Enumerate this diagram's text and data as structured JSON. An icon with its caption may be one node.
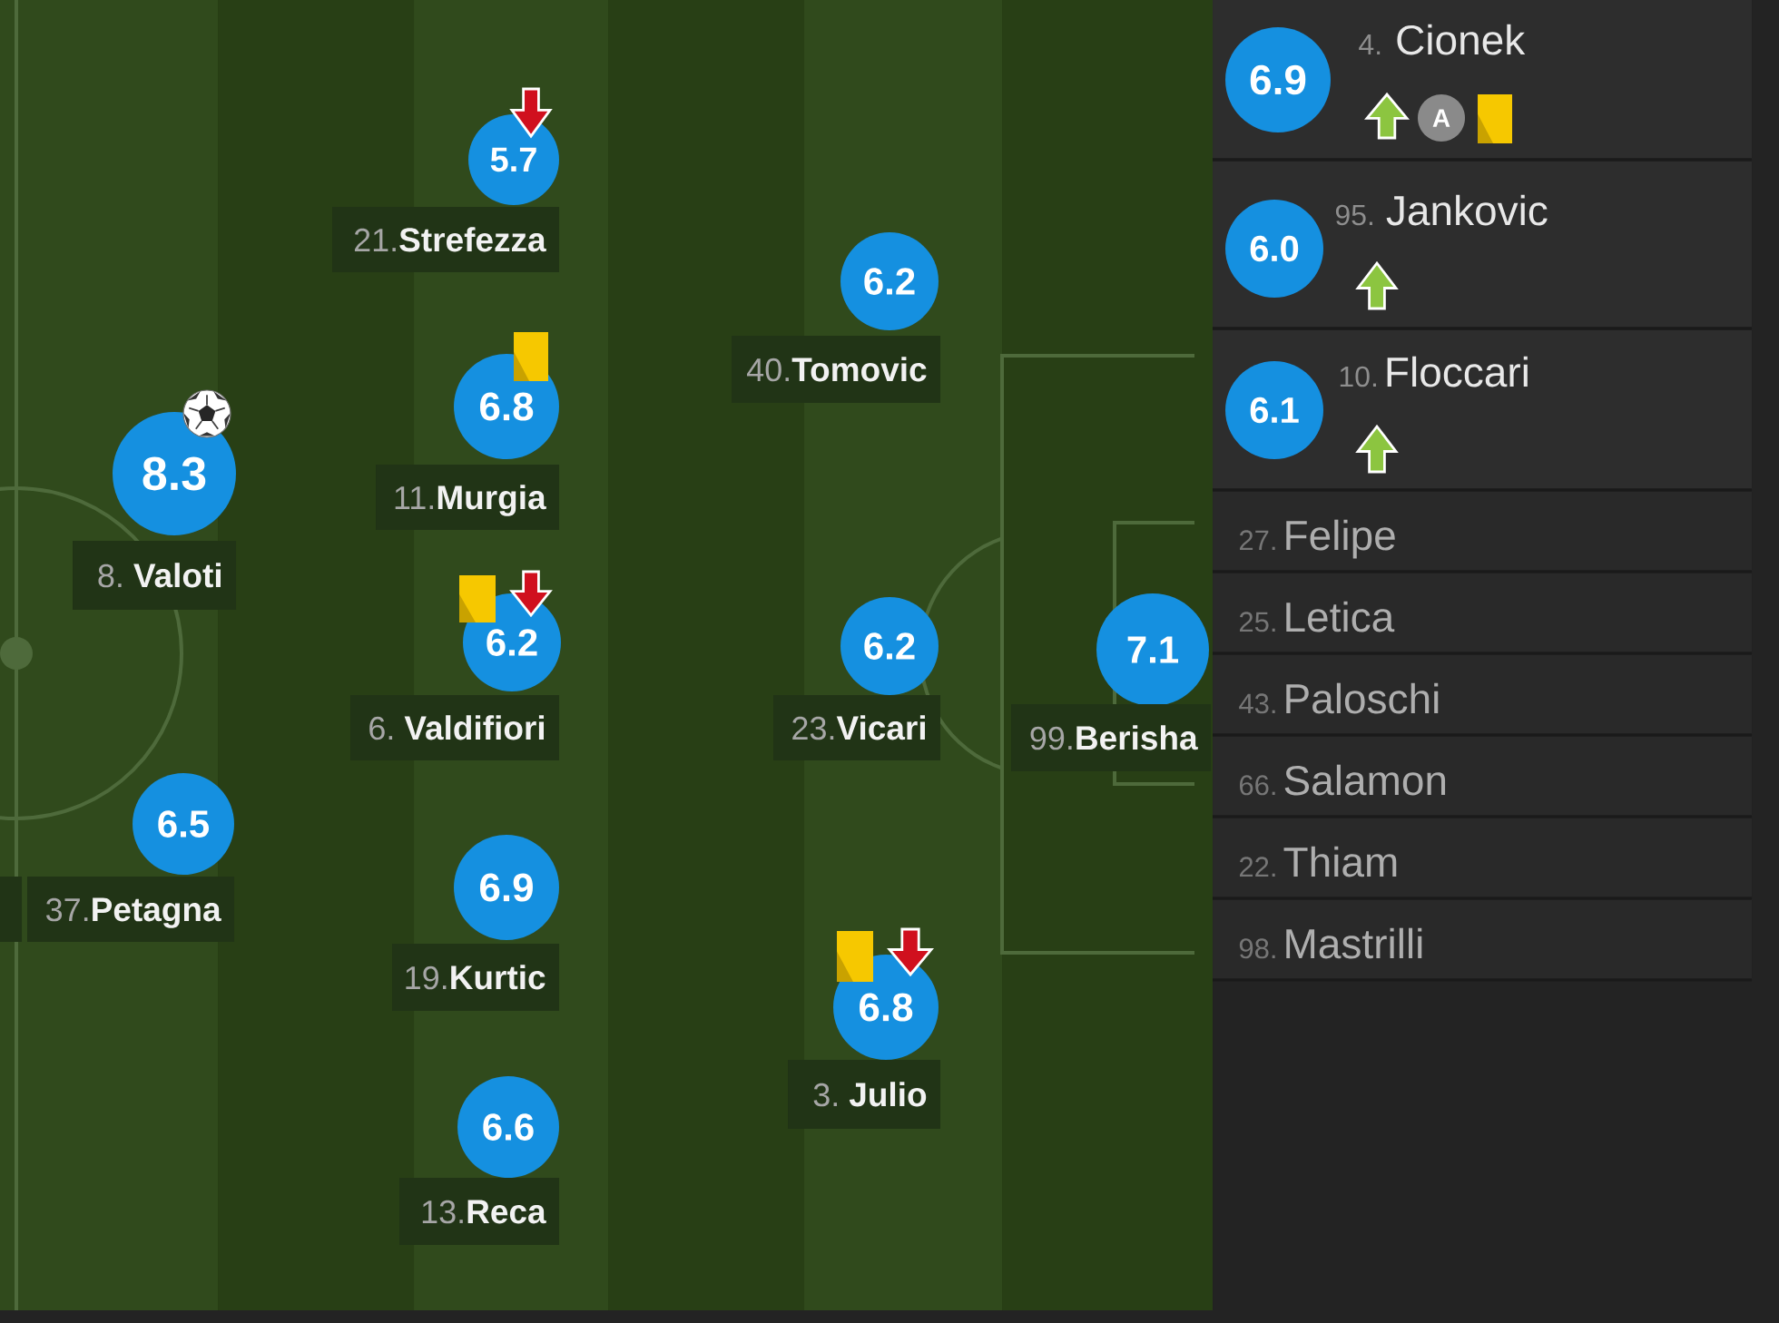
{
  "diagram": {
    "nodes": [
      {
        "text": [
          "8.3"
        ]
      },
      {
        "text": [
          "8.",
          "Valoti"
        ]
      },
      {
        "text": [
          "6.5"
        ]
      },
      {
        "text": [
          "37.",
          "Petagna"
        ]
      },
      {
        "text": [
          "5.7"
        ]
      },
      {
        "text": [
          "21.",
          "Strefezza"
        ]
      },
      {
        "text": [
          "6.8"
        ]
      },
      {
        "text": [
          "11.",
          "Murgia"
        ]
      },
      {
        "text": [
          "6.2"
        ]
      },
      {
        "text": [
          "6.",
          "Valdifiori"
        ]
      },
      {
        "text": [
          "6.9"
        ]
      },
      {
        "text": [
          "19.",
          "Kurtic"
        ]
      },
      {
        "text": [
          "6.6"
        ]
      },
      {
        "text": [
          "13.",
          "Reca"
        ]
      },
      {
        "text": [
          "6.2"
        ]
      },
      {
        "text": [
          "40.",
          "Tomovic"
        ]
      },
      {
        "text": [
          "6.2"
        ]
      },
      {
        "text": [
          "23.",
          "Vicari"
        ]
      },
      {
        "text": [
          "6.8"
        ]
      },
      {
        "text": [
          "3.",
          "Julio"
        ]
      },
      {
        "text": [
          "7.1"
        ]
      },
      {
        "text": [
          "99.",
          "Berisha"
        ]
      },
      {
        "text": [
          "4.",
          "Cionek"
        ]
      },
      {
        "text": [
          "6.9"
        ],
        "in": 22
      },
      {
        "text": [
          "A"
        ],
        "in": 22
      },
      {
        "text": [
          "95.",
          "Jankovic"
        ]
      },
      {
        "text": [
          "6.0"
        ],
        "in": 25
      },
      {
        "text": [
          "10.",
          "Floccari"
        ]
      },
      {
        "text": [
          "6.1"
        ],
        "in": 27
      },
      {
        "text": [
          "27.",
          "Felipe"
        ]
      },
      {
        "text": [
          "25.",
          "Letica"
        ]
      },
      {
        "text": [
          "43.",
          "Paloschi"
        ]
      },
      {
        "text": [
          "66.",
          "Salamon"
        ]
      },
      {
        "text": [
          "22.",
          "Thiam"
        ]
      },
      {
        "text": [
          "98.",
          "Mastrilli"
        ]
      }
    ]
  }
}
